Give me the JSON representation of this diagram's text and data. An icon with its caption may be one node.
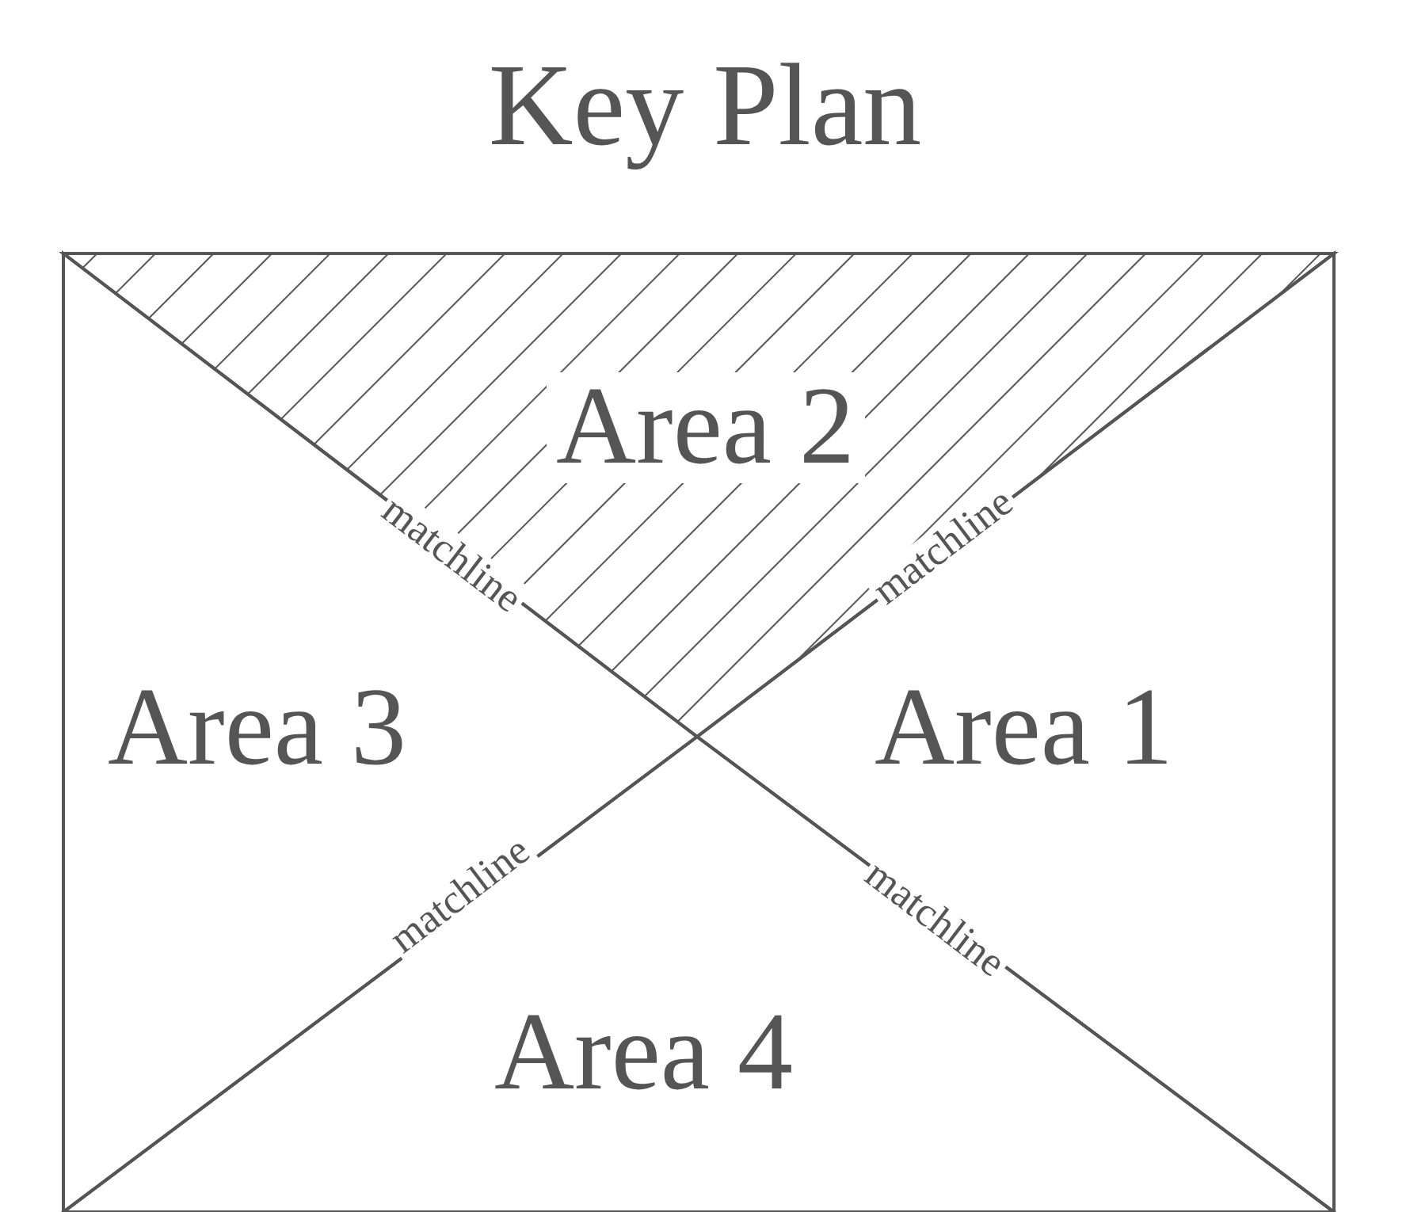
{
  "diagram": {
    "title": "Key Plan",
    "nodes": [
      {
        "text": [
          "Area 2"
        ]
      },
      {
        "text": [
          "Area 3"
        ]
      },
      {
        "text": [
          "Area 1"
        ]
      },
      {
        "text": [
          "Area 4"
        ]
      }
    ],
    "labels": [
      "matchline",
      "matchline",
      "matchline",
      "matchline"
    ]
  }
}
